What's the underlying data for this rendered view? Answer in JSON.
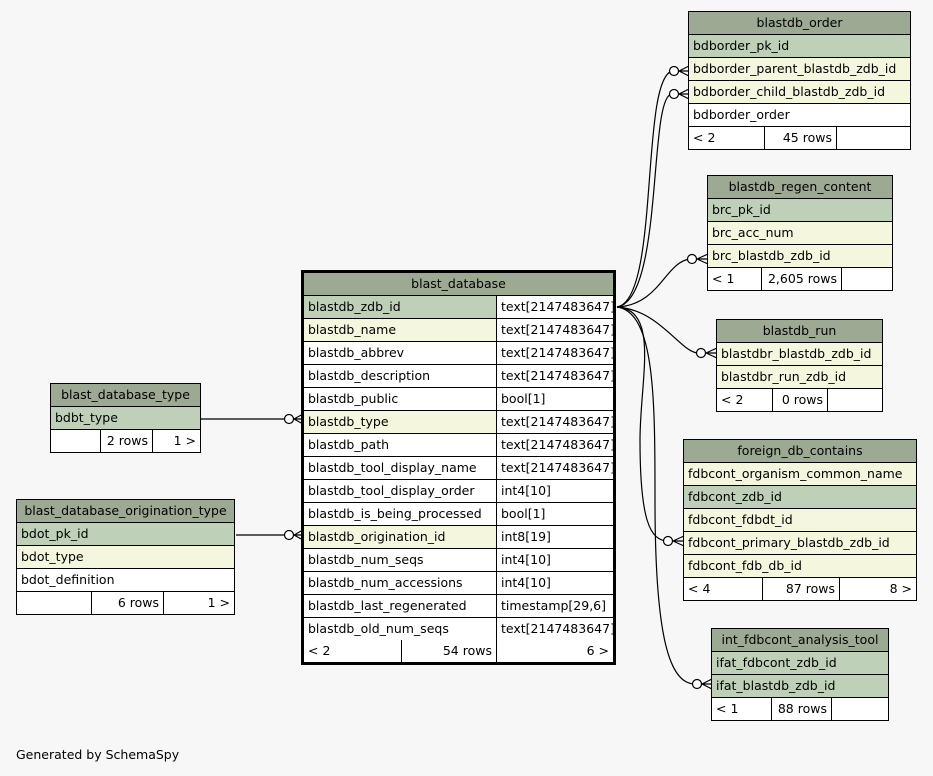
{
  "footer": "Generated by SchemaSpy",
  "colors": {
    "header": "#9caa93",
    "primary_key": "#bed0b8",
    "foreign_key": "#f4f7de",
    "plain": "#ffffff",
    "background": "#f7f7f7"
  },
  "tables": {
    "blast_database": {
      "name": "blast_database",
      "columns": [
        {
          "name": "blastdb_zdb_id",
          "type": "text[2147483647]",
          "kind": "pk"
        },
        {
          "name": "blastdb_name",
          "type": "text[2147483647]",
          "kind": "fk"
        },
        {
          "name": "blastdb_abbrev",
          "type": "text[2147483647]",
          "kind": "plain"
        },
        {
          "name": "blastdb_description",
          "type": "text[2147483647]",
          "kind": "plain"
        },
        {
          "name": "blastdb_public",
          "type": "bool[1]",
          "kind": "plain"
        },
        {
          "name": "blastdb_type",
          "type": "text[2147483647]",
          "kind": "fk"
        },
        {
          "name": "blastdb_path",
          "type": "text[2147483647]",
          "kind": "plain"
        },
        {
          "name": "blastdb_tool_display_name",
          "type": "text[2147483647]",
          "kind": "plain"
        },
        {
          "name": "blastdb_tool_display_order",
          "type": "int4[10]",
          "kind": "plain"
        },
        {
          "name": "blastdb_is_being_processed",
          "type": "bool[1]",
          "kind": "plain"
        },
        {
          "name": "blastdb_origination_id",
          "type": "int8[19]",
          "kind": "fk"
        },
        {
          "name": "blastdb_num_seqs",
          "type": "int4[10]",
          "kind": "plain"
        },
        {
          "name": "blastdb_num_accessions",
          "type": "int4[10]",
          "kind": "plain"
        },
        {
          "name": "blastdb_last_regenerated",
          "type": "timestamp[29,6]",
          "kind": "plain"
        },
        {
          "name": "blastdb_old_num_seqs",
          "type": "text[2147483647]",
          "kind": "plain"
        }
      ],
      "footer": {
        "parents": "< 2",
        "rows": "54 rows",
        "children": "6 >"
      }
    },
    "blastdb_order": {
      "name": "blastdb_order",
      "columns": [
        {
          "name": "bdborder_pk_id",
          "kind": "pk"
        },
        {
          "name": "bdborder_parent_blastdb_zdb_id",
          "kind": "fk"
        },
        {
          "name": "bdborder_child_blastdb_zdb_id",
          "kind": "fk"
        },
        {
          "name": "bdborder_order",
          "kind": "plain"
        }
      ],
      "footer": {
        "parents": "< 2",
        "rows": "45 rows",
        "children": ""
      }
    },
    "blastdb_regen_content": {
      "name": "blastdb_regen_content",
      "columns": [
        {
          "name": "brc_pk_id",
          "kind": "pk"
        },
        {
          "name": "brc_acc_num",
          "kind": "fk"
        },
        {
          "name": "brc_blastdb_zdb_id",
          "kind": "fk"
        }
      ],
      "footer": {
        "parents": "< 1",
        "rows": "2,605 rows",
        "children": ""
      }
    },
    "blastdb_run": {
      "name": "blastdb_run",
      "columns": [
        {
          "name": "blastdbr_blastdb_zdb_id",
          "kind": "fk"
        },
        {
          "name": "blastdbr_run_zdb_id",
          "kind": "fk"
        }
      ],
      "footer": {
        "parents": "< 2",
        "rows": "0 rows",
        "children": ""
      }
    },
    "foreign_db_contains": {
      "name": "foreign_db_contains",
      "columns": [
        {
          "name": "fdbcont_organism_common_name",
          "kind": "fk"
        },
        {
          "name": "fdbcont_zdb_id",
          "kind": "pk"
        },
        {
          "name": "fdbcont_fdbdt_id",
          "kind": "fk"
        },
        {
          "name": "fdbcont_primary_blastdb_zdb_id",
          "kind": "fk"
        },
        {
          "name": "fdbcont_fdb_db_id",
          "kind": "fk"
        }
      ],
      "footer": {
        "parents": "< 4",
        "rows": "87 rows",
        "children": "8 >"
      }
    },
    "int_fdbcont_analysis_tool": {
      "name": "int_fdbcont_analysis_tool",
      "columns": [
        {
          "name": "ifat_fdbcont_zdb_id",
          "kind": "pk"
        },
        {
          "name": "ifat_blastdb_zdb_id",
          "kind": "pk"
        }
      ],
      "footer": {
        "parents": "< 1",
        "rows": "88 rows",
        "children": ""
      }
    },
    "blast_database_type": {
      "name": "blast_database_type",
      "columns": [
        {
          "name": "bdbt_type",
          "kind": "pk"
        }
      ],
      "footer": {
        "parents": "",
        "rows": "2 rows",
        "children": "1 >"
      }
    },
    "blast_database_origination_type": {
      "name": "blast_database_origination_type",
      "columns": [
        {
          "name": "bdot_pk_id",
          "kind": "pk"
        },
        {
          "name": "bdot_type",
          "kind": "fk"
        },
        {
          "name": "bdot_definition",
          "kind": "plain"
        }
      ],
      "footer": {
        "parents": "",
        "rows": "6 rows",
        "children": "1 >"
      }
    }
  },
  "relationships": [
    {
      "from": "blast_database.blastdb_zdb_id",
      "to": "blastdb_order.bdborder_parent_blastdb_zdb_id"
    },
    {
      "from": "blast_database.blastdb_zdb_id",
      "to": "blastdb_order.bdborder_child_blastdb_zdb_id"
    },
    {
      "from": "blast_database.blastdb_zdb_id",
      "to": "blastdb_regen_content.brc_blastdb_zdb_id"
    },
    {
      "from": "blast_database.blastdb_zdb_id",
      "to": "blastdb_run.blastdbr_blastdb_zdb_id"
    },
    {
      "from": "blast_database.blastdb_zdb_id",
      "to": "foreign_db_contains.fdbcont_primary_blastdb_zdb_id"
    },
    {
      "from": "blast_database.blastdb_zdb_id",
      "to": "int_fdbcont_analysis_tool.ifat_blastdb_zdb_id"
    },
    {
      "from": "blast_database_type.bdbt_type",
      "to": "blast_database.blastdb_type"
    },
    {
      "from": "blast_database_origination_type.bdot_pk_id",
      "to": "blast_database.blastdb_origination_id"
    }
  ]
}
